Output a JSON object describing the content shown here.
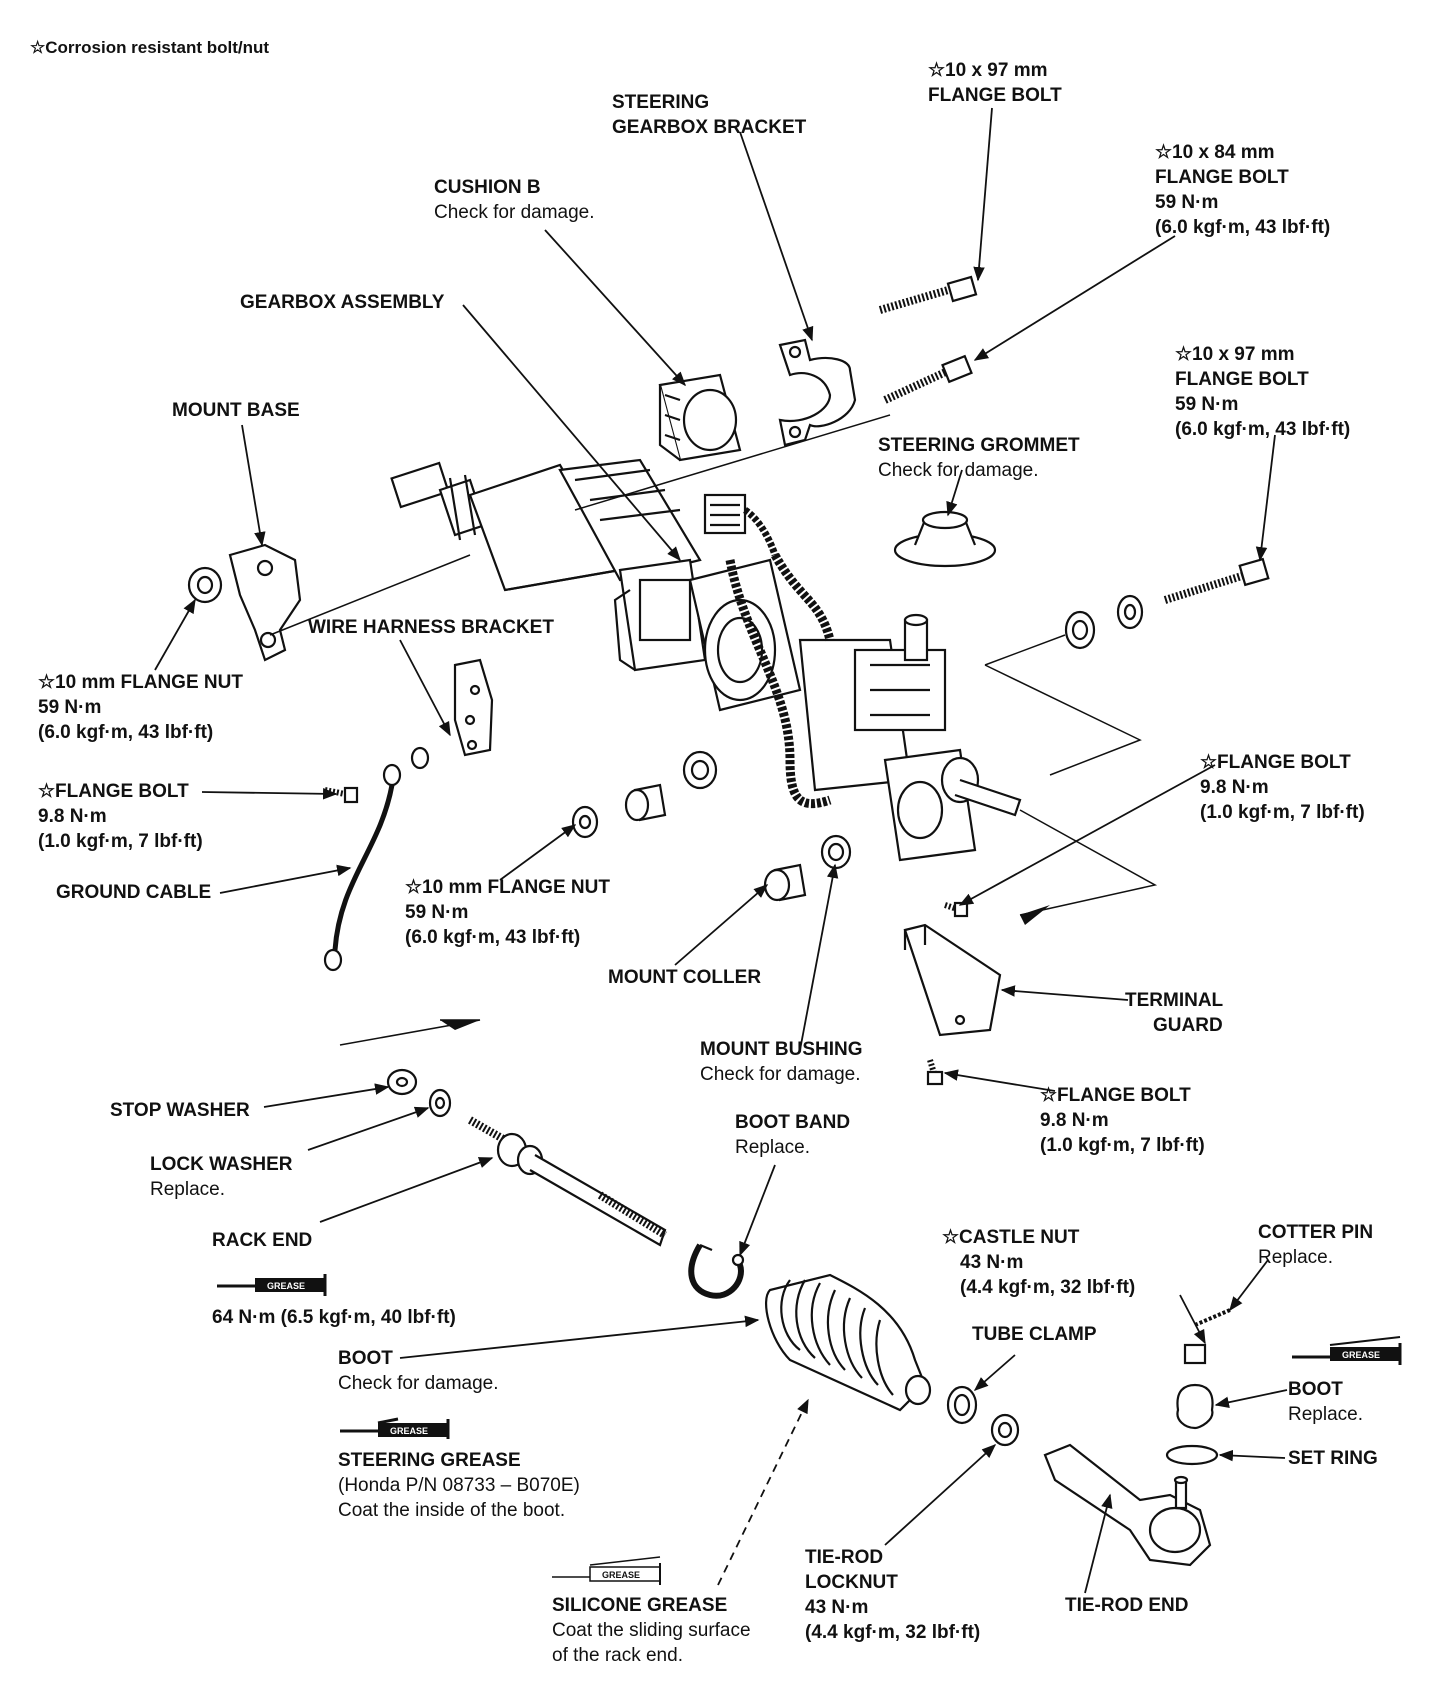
{
  "legend": "☆Corrosion resistant bolt/nut",
  "grease_tag": "GREASE",
  "labels": {
    "flange_bolt_97_top": {
      "title": "☆10 x 97 mm",
      "title2": "FLANGE BOLT"
    },
    "steering_gearbox_bracket": {
      "title": "STEERING",
      "title2": "GEARBOX BRACKET"
    },
    "flange_bolt_84": {
      "title": "☆10 x 84 mm",
      "title2": "FLANGE BOLT",
      "torque": "59 N·m",
      "torque2": "(6.0 kgf·m, 43 lbf·ft)"
    },
    "cushion_b": {
      "title": "CUSHION B",
      "note": "Check for damage."
    },
    "gearbox_assembly": {
      "title": "GEARBOX ASSEMBLY"
    },
    "flange_bolt_97_right": {
      "title": "☆10 x 97 mm",
      "title2": "FLANGE BOLT",
      "torque": "59 N·m",
      "torque2": "(6.0 kgf·m, 43 lbf·ft)"
    },
    "mount_base": {
      "title": "MOUNT BASE"
    },
    "steering_grommet": {
      "title": "STEERING GROMMET",
      "note": "Check for damage."
    },
    "wire_harness_bracket": {
      "title": "WIRE HARNESS BRACKET"
    },
    "flange_nut_left": {
      "title": "☆10 mm FLANGE NUT",
      "torque": "59 N·m",
      "torque2": "(6.0 kgf·m, 43 lbf·ft)"
    },
    "flange_bolt_left": {
      "title": "☆FLANGE BOLT",
      "torque": "9.8 N·m",
      "torque2": "(1.0 kgf·m, 7 lbf·ft)"
    },
    "flange_bolt_right": {
      "title": "☆FLANGE BOLT",
      "torque": "9.8 N·m",
      "torque2": "(1.0 kgf·m, 7 lbf·ft)"
    },
    "ground_cable": {
      "title": "GROUND CABLE"
    },
    "flange_nut_mid": {
      "title": "☆10 mm FLANGE NUT",
      "torque": "59 N·m",
      "torque2": "(6.0 kgf·m, 43 lbf·ft)"
    },
    "mount_coller": {
      "title": "MOUNT COLLER"
    },
    "terminal_guard": {
      "title": "TERMINAL",
      "title2": "GUARD"
    },
    "mount_bushing": {
      "title": "MOUNT BUSHING",
      "note": "Check for damage."
    },
    "flange_bolt_lower": {
      "title": "☆FLANGE BOLT",
      "torque": "9.8 N·m",
      "torque2": "(1.0 kgf·m, 7 lbf·ft)"
    },
    "stop_washer": {
      "title": "STOP WASHER"
    },
    "lock_washer": {
      "title": "LOCK WASHER",
      "note": "Replace."
    },
    "boot_band": {
      "title": "BOOT BAND",
      "note": "Replace."
    },
    "rack_end": {
      "title": "RACK END",
      "torque": "64 N·m (6.5 kgf·m, 40 lbf·ft)"
    },
    "castle_nut": {
      "title": "☆CASTLE NUT",
      "torque": "43 N·m",
      "torque2": "(4.4 kgf·m, 32 lbf·ft)"
    },
    "cotter_pin": {
      "title": "COTTER PIN",
      "note": "Replace."
    },
    "tube_clamp": {
      "title": "TUBE CLAMP"
    },
    "boot_left": {
      "title": "BOOT",
      "note": "Check for damage."
    },
    "boot_right": {
      "title": "BOOT",
      "note": "Replace."
    },
    "set_ring": {
      "title": "SET RING"
    },
    "steering_grease": {
      "title": "STEERING GREASE",
      "note": "(Honda P/N 08733 – B070E)",
      "note2": "Coat the inside of the boot."
    },
    "tie_rod_locknut": {
      "title": "TIE-ROD",
      "title2": "LOCKNUT",
      "torque": "43 N·m",
      "torque2": "(4.4 kgf·m, 32 lbf·ft)"
    },
    "tie_rod_end": {
      "title": "TIE-ROD END"
    },
    "silicone_grease": {
      "title": "SILICONE GREASE",
      "note": "Coat the sliding surface",
      "note2": "of the rack end."
    }
  }
}
